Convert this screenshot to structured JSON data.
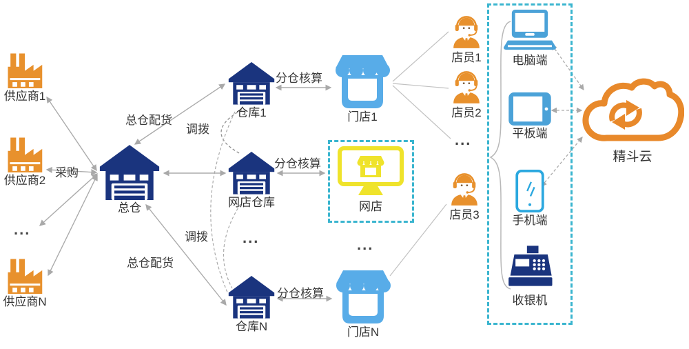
{
  "colors": {
    "orange": "#E8912D",
    "navy": "#1A347E",
    "storeBlue": "#58ACE8",
    "deviceBlue": "#4BA2D8",
    "phoneBlue": "#2BA8DF",
    "yellow": "#EFE32B",
    "cyan": "#3AB5CF",
    "cloudOrange": "#E8892B",
    "lineGray": "#ABABAB",
    "text": "#333333"
  },
  "diagram": {
    "suppliers": [
      {
        "label": "供应商1"
      },
      {
        "label": "供应商2"
      },
      {
        "label": "供应商N"
      }
    ],
    "main_warehouse": {
      "label": "总仓"
    },
    "warehouses": [
      {
        "label": "仓库1"
      },
      {
        "label": "网店仓库"
      },
      {
        "label": "仓库N"
      }
    ],
    "stores": [
      {
        "label": "门店1"
      },
      {
        "label": "网店"
      },
      {
        "label": "门店N"
      }
    ],
    "clerks": [
      {
        "label": "店员1"
      },
      {
        "label": "店员2"
      },
      {
        "label": "店员3"
      }
    ],
    "devices": [
      {
        "label": "电脑端"
      },
      {
        "label": "平板端"
      },
      {
        "label": "手机端"
      },
      {
        "label": "收银机"
      }
    ],
    "cloud": {
      "label": "精斗云"
    },
    "ellipsis": {
      "suppliers": "...",
      "warehouses": "...",
      "stores": "...",
      "clerks": "..."
    },
    "edge_labels": {
      "procurement": "采购",
      "distribution_top": "总仓配货",
      "distribution_bottom": "总仓配货",
      "transfer_top": "调拨",
      "transfer_bottom": "调拨",
      "accounting_top": "分仓核算",
      "accounting_mid": "分仓核算",
      "accounting_bottom": "分仓核算"
    }
  }
}
